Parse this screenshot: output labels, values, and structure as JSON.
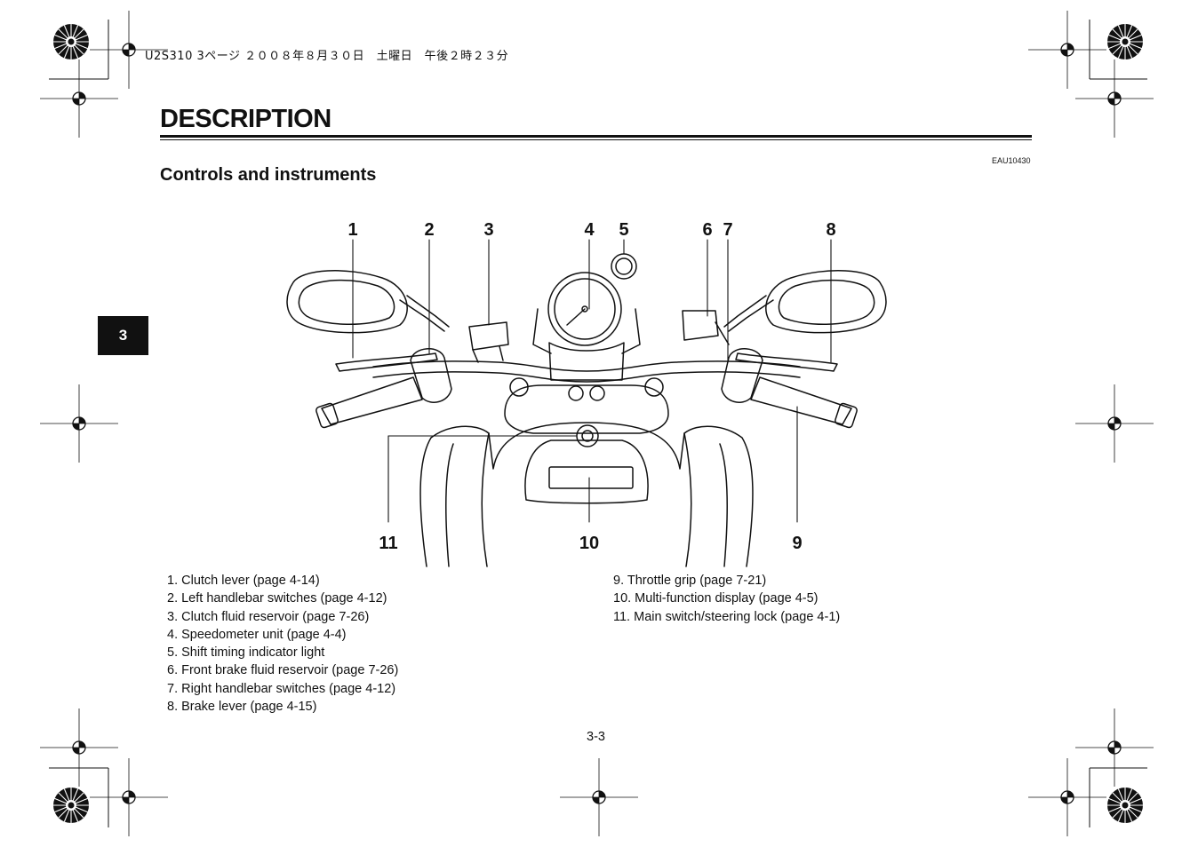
{
  "print_header": "U2S310 3ページ ２００８年８月３０日　土曜日　午後２時２３分",
  "section_title": "DESCRIPTION",
  "doc_code": "EAU10430",
  "subsection_title": "Controls and instruments",
  "chapter_tab": "3",
  "figure": {
    "callouts": [
      {
        "label": "1"
      },
      {
        "label": "2"
      },
      {
        "label": "3"
      },
      {
        "label": "4"
      },
      {
        "label": "5"
      },
      {
        "label": "6"
      },
      {
        "label": "7"
      },
      {
        "label": "8"
      },
      {
        "label": "9"
      },
      {
        "label": "10"
      },
      {
        "label": "11"
      }
    ]
  },
  "legend": {
    "left": [
      "1. Clutch lever (page 4-14)",
      "2. Left handlebar switches (page 4-12)",
      "3. Clutch fluid reservoir (page 7-26)",
      "4. Speedometer unit (page 4-4)",
      "5. Shift timing indicator light",
      "6. Front brake fluid reservoir (page 7-26)",
      "7. Right handlebar switches (page 4-12)",
      "8. Brake lever (page 4-15)"
    ],
    "right": [
      "9. Throttle grip (page 7-21)",
      "10. Multi-function display (page 4-5)",
      "11. Main switch/steering lock (page 4-1)"
    ]
  },
  "page_number": "3-3"
}
